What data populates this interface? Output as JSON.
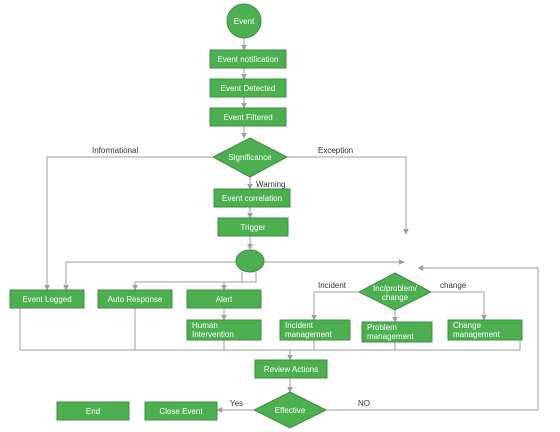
{
  "colors": {
    "fill": "#4CAF50",
    "stroke": "#3E8E41",
    "line": "#9AA09A",
    "text": "#FFFFFF"
  },
  "nodes": {
    "event": "Event",
    "event_notification": "Event notification",
    "event_detected": "Event Detected",
    "event_filtered": "Event Filtered",
    "significance": "Significance",
    "event_correlation": "Event correlation",
    "trigger": "Trigger",
    "event_logged": "Event Logged",
    "auto_response": "Auto Response",
    "alert": "Alert",
    "human_intervention_1": "Human",
    "human_intervention_2": "Intervention",
    "inc_problem_change_1": "Inc/problem/",
    "inc_problem_change_2": "change",
    "incident_management_1": "Incident",
    "incident_management_2": "management",
    "problem_management_1": "Problem",
    "problem_management_2": "management",
    "change_management_1": "Change",
    "change_management_2": "management",
    "review_actions": "Review Actions",
    "effective": "Effective",
    "close_event": "Close  Event",
    "end": "End"
  },
  "edge_labels": {
    "informational": "Informational",
    "exception": "Exception",
    "warning": "Warning",
    "incident": "Incident",
    "change": "change",
    "yes": "Yes",
    "no": "NO"
  }
}
